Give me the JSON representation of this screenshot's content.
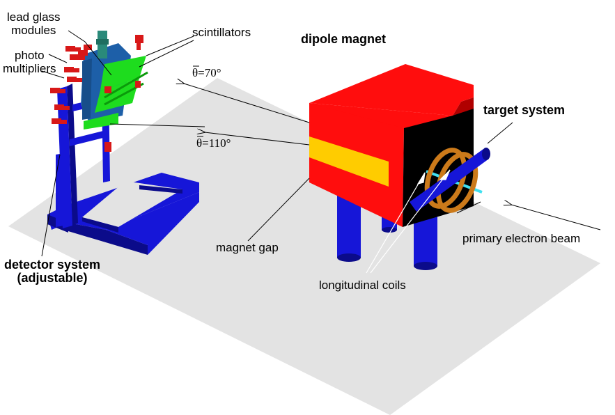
{
  "labels": {
    "lead_glass_line1": "lead glass",
    "lead_glass_line2": "modules",
    "photo_line1": "photo",
    "photo_line2": "multipliers",
    "scintillators": "scintillators",
    "dipole_magnet": "dipole magnet",
    "target_system": "target system",
    "theta_70": "θ=70°",
    "theta_110": "θ=110°",
    "magnet_gap": "magnet gap",
    "primary_beam": "primary electron beam",
    "longitudinal_coils": "longitudinal coils",
    "detector_line1": "detector system",
    "detector_line2": "(adjustable)"
  },
  "colors": {
    "floor": "#e3e3e3",
    "frame_blue": "#1616d8",
    "frame_blue_dark": "#0b0b8a",
    "module_blue": "#1d5fa8",
    "scintillator_green": "#1edc1e",
    "pmt_red": "#d81818",
    "magnet_red": "#ff0d0d",
    "magnet_red_dark": "#b00000",
    "gap_yellow": "#ffcc00",
    "coil_orange": "#cc7a1a",
    "beam_cyan": "#40e0f0"
  }
}
